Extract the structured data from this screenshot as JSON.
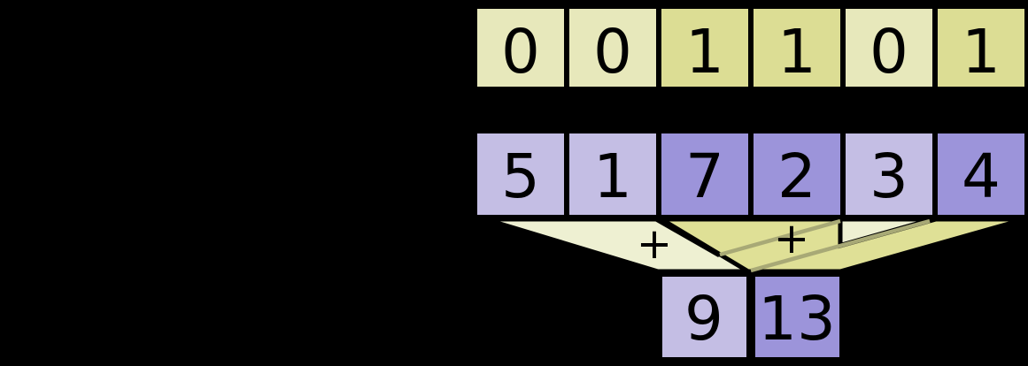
{
  "colors": {
    "background": "#000000",
    "cell_stroke": "#000000",
    "digit_color": "#000000",
    "mask_zero_fill": "#e7e8bb",
    "mask_one_fill": "#dcdd94",
    "value_default_fill": "#c4bee4",
    "value_selected_fill": "#9c94da",
    "funnel_light_fill": "#eef0d2",
    "funnel_dark_fill": "#dfe096",
    "covered_edge_line": "#a8a976"
  },
  "rows": {
    "mask": {
      "cells": [
        {
          "value": "0",
          "fill": "#e7e8bb"
        },
        {
          "value": "0",
          "fill": "#e7e8bb"
        },
        {
          "value": "1",
          "fill": "#dcdd94"
        },
        {
          "value": "1",
          "fill": "#dcdd94"
        },
        {
          "value": "0",
          "fill": "#e7e8bb"
        },
        {
          "value": "1",
          "fill": "#dcdd94"
        }
      ]
    },
    "values": {
      "cells": [
        {
          "value": "5",
          "fill": "#c4bee4"
        },
        {
          "value": "1",
          "fill": "#c4bee4"
        },
        {
          "value": "7",
          "fill": "#9c94da"
        },
        {
          "value": "2",
          "fill": "#9c94da"
        },
        {
          "value": "3",
          "fill": "#c4bee4"
        },
        {
          "value": "4",
          "fill": "#9c94da"
        }
      ]
    },
    "results": {
      "cells": [
        {
          "value": "9",
          "fill": "#c4bee4"
        },
        {
          "value": "13",
          "fill": "#9c94da"
        }
      ]
    }
  },
  "funnels": {
    "plus_left": "+",
    "plus_right": "+"
  }
}
